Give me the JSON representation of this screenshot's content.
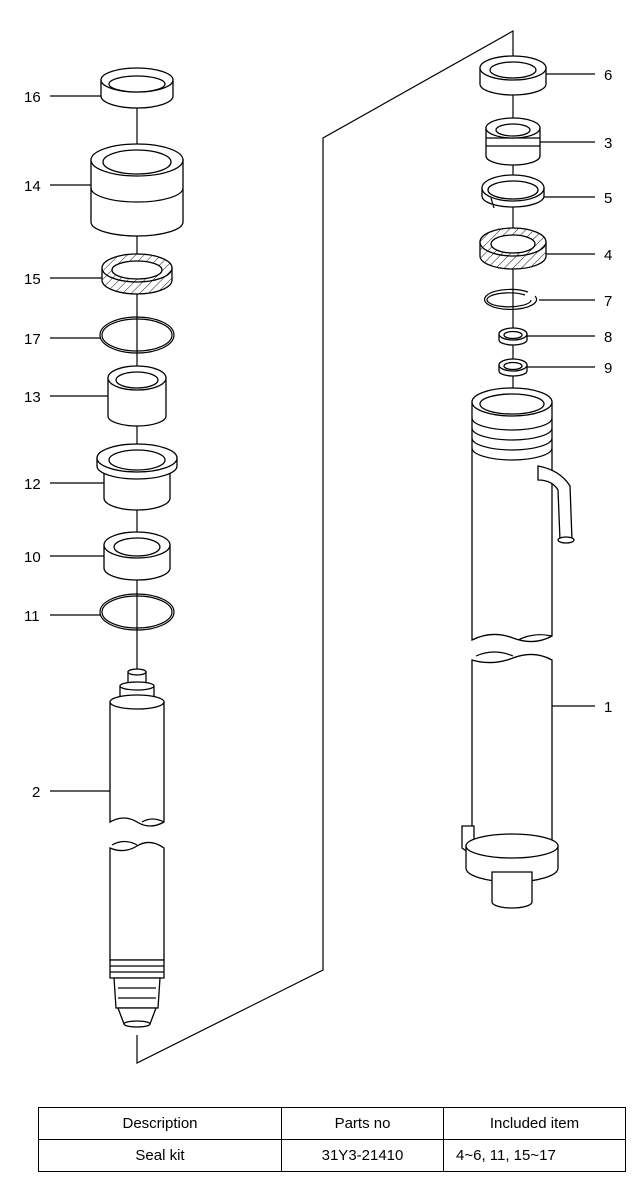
{
  "callouts": {
    "c16": "16",
    "c14": "14",
    "c15": "15",
    "c17": "17",
    "c13": "13",
    "c12": "12",
    "c10": "10",
    "c11": "11",
    "c2": "2",
    "c6": "6",
    "c3": "3",
    "c5": "5",
    "c4": "4",
    "c7": "7",
    "c8": "8",
    "c9": "9",
    "c1": "1"
  },
  "table": {
    "headers": [
      "Description",
      "Parts no",
      "Included item"
    ],
    "rows": [
      [
        "Seal kit",
        "31Y3-21410",
        "4~6, 11, 15~17"
      ]
    ]
  }
}
